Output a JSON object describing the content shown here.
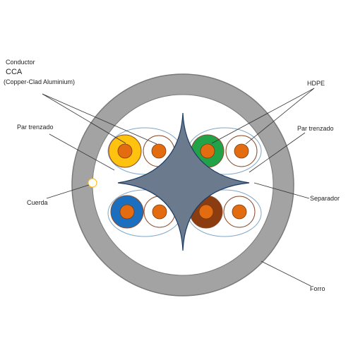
{
  "labels": {
    "conductor": "Conductor",
    "cca": "CCA",
    "cca_full": "(Copper-Clad Aluminium)",
    "par_trenzado_left": "Par trenzado",
    "par_trenzado_right": "Par trenzado",
    "hdpe": "HDPE",
    "cuerda": "Cuerda",
    "separador": "Separador",
    "forro": "Forro"
  },
  "colors": {
    "jacket": "#a3a3a3",
    "jacket_edge": "#7a7a7a",
    "jacket_inner": "#ffffff",
    "separator": "#6b7a8c",
    "separator_edge": "#1c3d66",
    "copper": "#e36c10",
    "pair_outline": "#7fa6c8",
    "insulation_white": "#ffffff",
    "insulation_yellow": "#ffc20e",
    "insulation_green": "#22a347",
    "insulation_blue": "#1c6fbf",
    "insulation_brown": "#8b3c10",
    "leader_line": "#333333"
  },
  "pairs": [
    {
      "name": "pair-top-left",
      "color_key": "insulation_yellow"
    },
    {
      "name": "pair-top-right",
      "color_key": "insulation_green"
    },
    {
      "name": "pair-bottom-left",
      "color_key": "insulation_blue"
    },
    {
      "name": "pair-bottom-right",
      "color_key": "insulation_brown"
    }
  ]
}
